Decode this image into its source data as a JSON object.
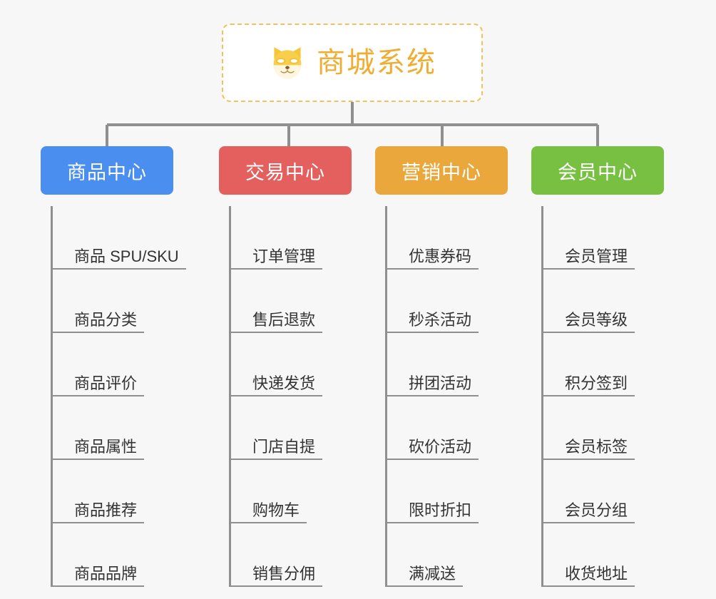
{
  "page": {
    "background_color": "#f7f7f7",
    "text_color": "#333333",
    "connector_color": "#8f8f8f"
  },
  "root": {
    "title": "商城系统",
    "icon": "shiba-inu-dog-icon",
    "accent_color": "#f0ad33",
    "border_color": "#f3c05a",
    "background_color": "#ffffff"
  },
  "columns": [
    {
      "header": "商品中心",
      "color": "#4a8ef0",
      "items": [
        "商品 SPU/SKU",
        "商品分类",
        "商品评价",
        "商品属性",
        "商品推荐",
        "商品品牌"
      ]
    },
    {
      "header": "交易中心",
      "color": "#e4605e",
      "items": [
        "订单管理",
        "售后退款",
        "快递发货",
        "门店自提",
        "购物车",
        "销售分佣"
      ]
    },
    {
      "header": "营销中心",
      "color": "#eaa83c",
      "items": [
        "优惠券码",
        "秒杀活动",
        "拼团活动",
        "砍价活动",
        "限时折扣",
        "满减送"
      ]
    },
    {
      "header": "会员中心",
      "color": "#78c042",
      "items": [
        "会员管理",
        "会员等级",
        "积分签到",
        "会员标签",
        "会员分组",
        "收货地址"
      ]
    }
  ]
}
